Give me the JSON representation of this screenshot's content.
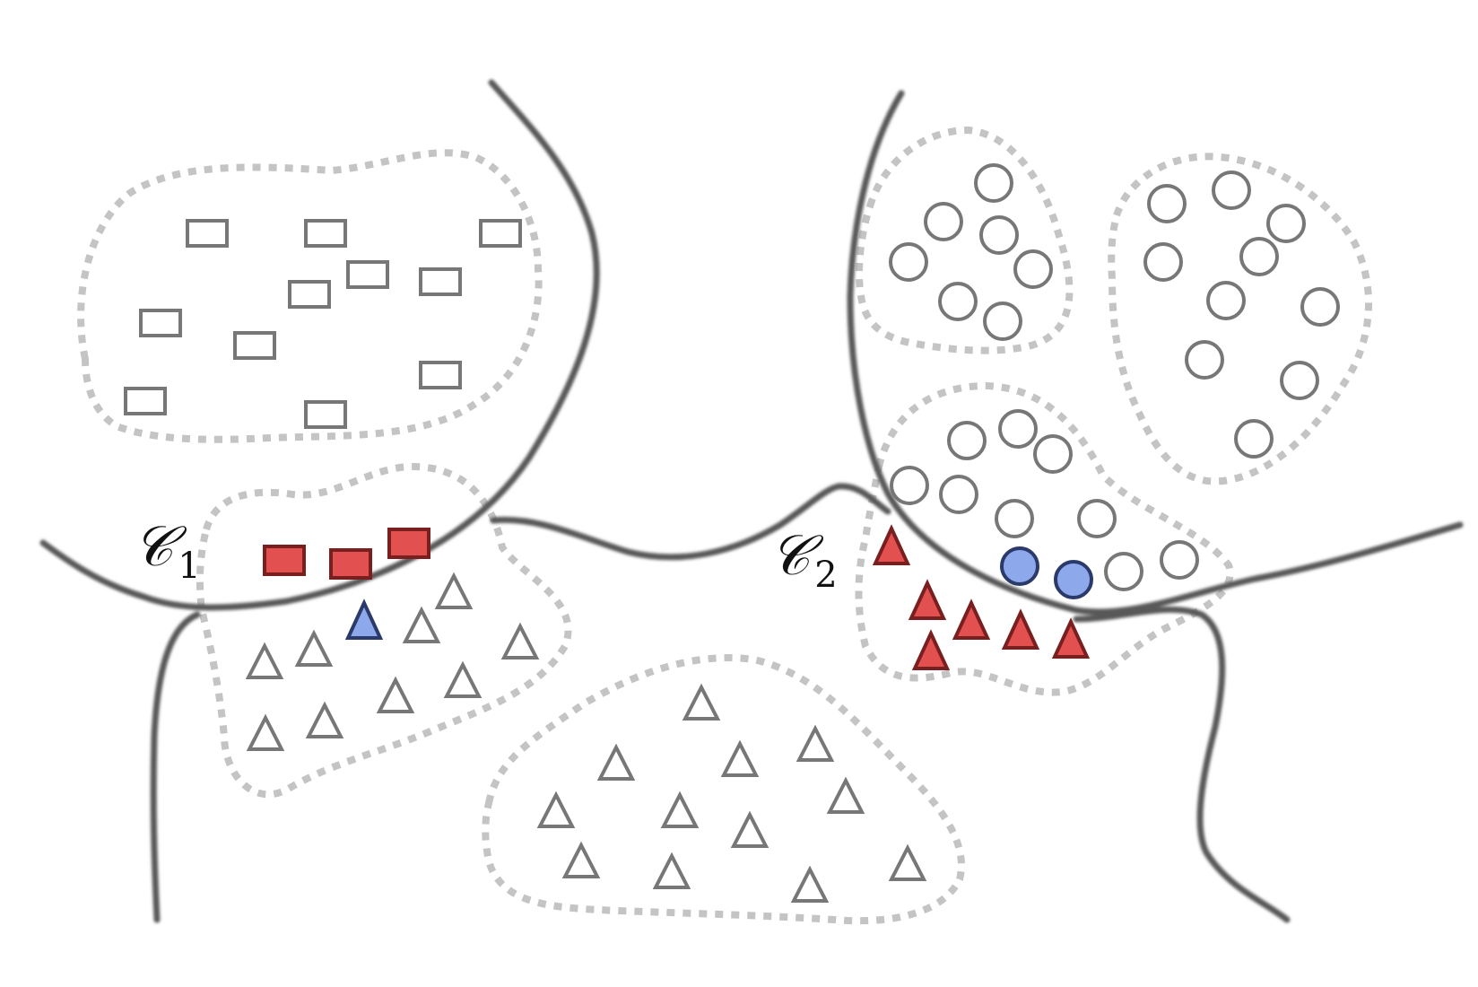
{
  "labels": {
    "c1_main": "𝒞",
    "c1_sub": "1",
    "c2_main": "𝒞",
    "c2_sub": "2"
  },
  "colors": {
    "background": "#ffffff",
    "boundary": "#585858",
    "cluster_outline": "#c4c4c4",
    "neutral_marker": "#777777",
    "red_fill": "#e35050",
    "red_stroke": "#7a1f1f",
    "blue_fill": "#8ea8ec",
    "blue_stroke": "#2a3a6a"
  },
  "marker_legend": {
    "rectangle": "rectangle-marker",
    "circle": "circle-marker",
    "triangle": "triangle-marker"
  }
}
